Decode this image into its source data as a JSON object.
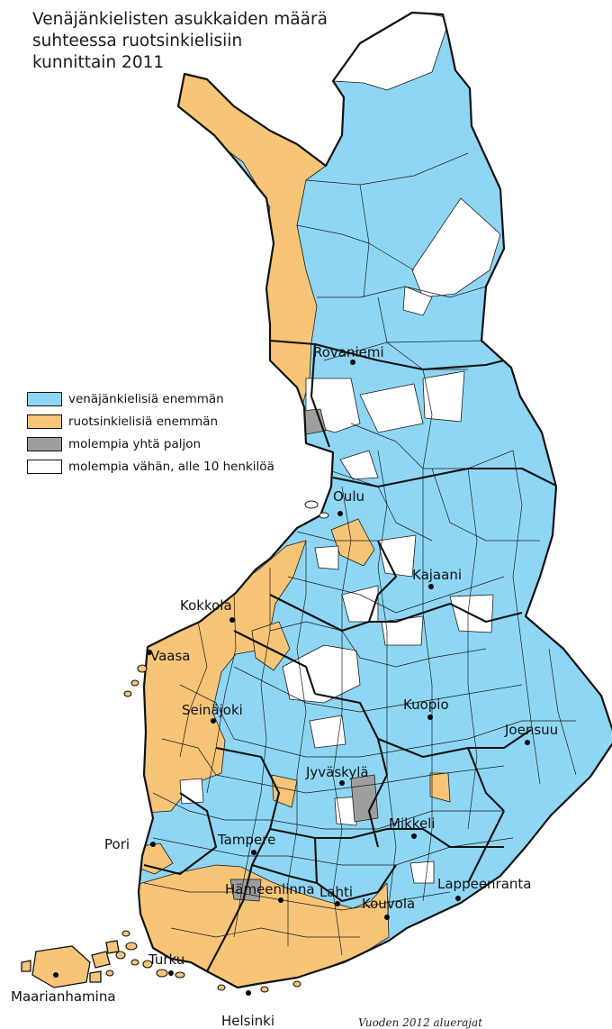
{
  "title_lines": [
    "Venäjänkielisten asukkaiden määrä",
    "suhteessa ruotsinkielisiin",
    "kunnittain 2011"
  ],
  "colors": {
    "russian_more": "#8fd6f5",
    "swedish_more": "#f7c578",
    "equal": "#9e9e9e",
    "few": "#ffffff",
    "border": "#1a1a1a"
  },
  "legend": [
    {
      "key": "russian_more",
      "label": "venäjänkielisiä enemmän"
    },
    {
      "key": "swedish_more",
      "label": "ruotsinkielisiä enemmän"
    },
    {
      "key": "equal",
      "label": "molempia yhtä paljon"
    },
    {
      "key": "few",
      "label": "molempia vähän, alle 10 henkilöä"
    }
  ],
  "cities": [
    {
      "name": "Rovaniemi"
    },
    {
      "name": "Oulu"
    },
    {
      "name": "Kajaani"
    },
    {
      "name": "Kokkola"
    },
    {
      "name": "Vaasa"
    },
    {
      "name": "Seinäjoki"
    },
    {
      "name": "Kuopio"
    },
    {
      "name": "Joensuu"
    },
    {
      "name": "Jyväskylä"
    },
    {
      "name": "Mikkeli"
    },
    {
      "name": "Pori"
    },
    {
      "name": "Tampere"
    },
    {
      "name": "Hämeenlinna"
    },
    {
      "name": "Lahti"
    },
    {
      "name": "Kouvola"
    },
    {
      "name": "Lappeenranta"
    },
    {
      "name": "Turku"
    },
    {
      "name": "Maarianhamina"
    },
    {
      "name": "Helsinki"
    }
  ],
  "credit": "Vuoden 2012 aluerajat"
}
